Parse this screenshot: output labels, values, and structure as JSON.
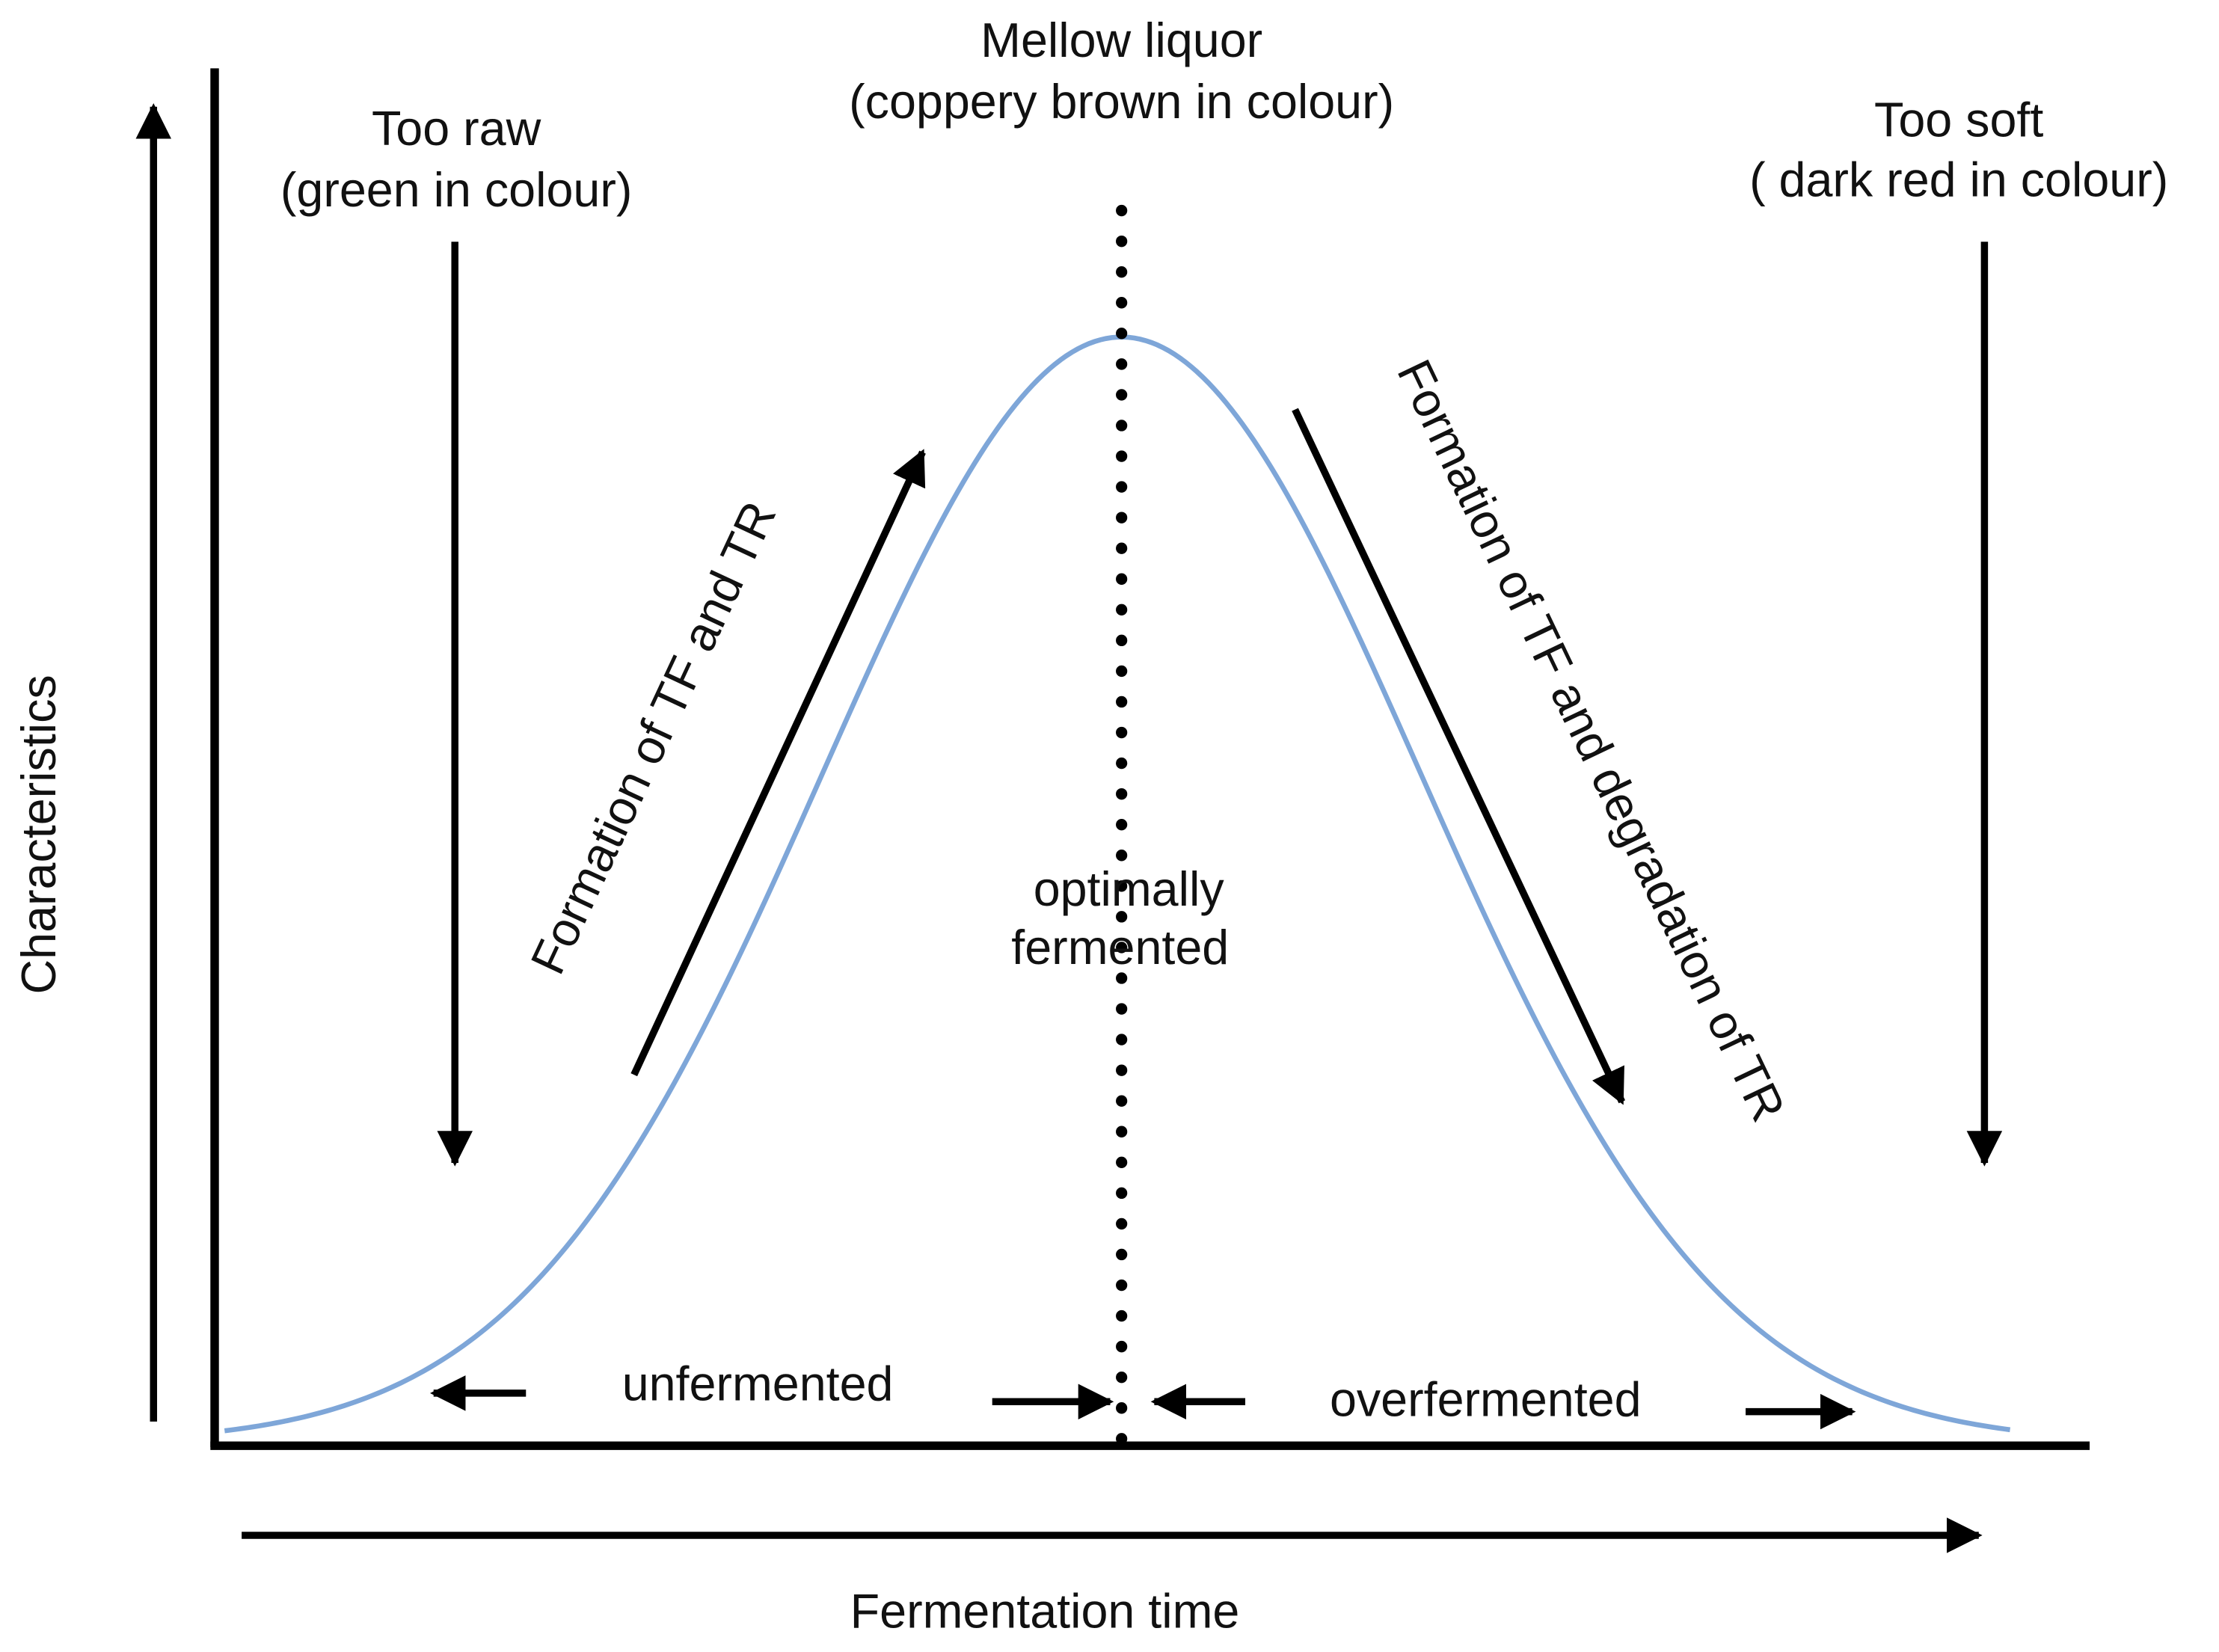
{
  "diagram": {
    "top_center_label": {
      "line1": "Mellow liquor",
      "line2": "(coppery brown in colour)"
    },
    "top_left_label": {
      "line1": "Too raw",
      "line2": "(green in colour)"
    },
    "top_right_label": {
      "line1": "Too soft",
      "line2": "( dark red in  colour)"
    },
    "y_axis_label": "Characteristics",
    "x_axis_label": "Fermentation time",
    "rising_arrow_label": "Formation of TF and TR",
    "falling_arrow_label": "Formation of TF and degradation of TR",
    "center_label": {
      "line1": "optimally",
      "line2": "fermented"
    },
    "left_region_label": "unfermented",
    "right_region_label": "overfermented",
    "colors": {
      "curve": "#7ea6d8",
      "ink": "#000000"
    }
  }
}
